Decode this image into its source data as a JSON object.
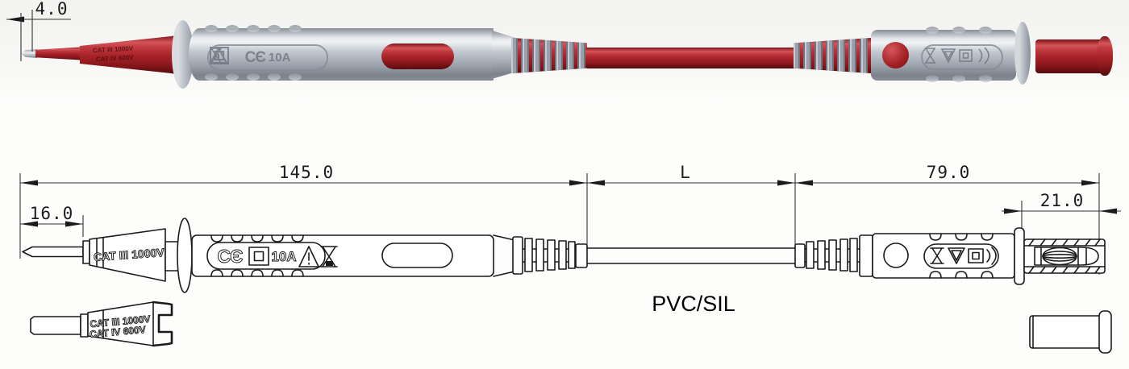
{
  "figure": {
    "top_view": {
      "cap_marking_line1": "CAT III 1000V",
      "cap_marking_line2": "CAT IV 600V",
      "body_markings": {
        "ce": "CЄ",
        "current": "10A"
      }
    },
    "dimension_view": {
      "dims": {
        "tip_exposed": "4.0",
        "probe": "145.0",
        "cable": "L",
        "connector": "79.0",
        "plug": "21.0",
        "tip": "16.0"
      },
      "probe_tip_marking": "CAT III 1000V",
      "body_markings": {
        "ce": "CЄ",
        "current": "10A"
      },
      "cap_marking_line1": "CAT III 1000V",
      "cap_marking_line2": "CAT IV 600V",
      "cable_material": "PVC/SIL"
    },
    "colors": {
      "red": "#a82227",
      "gray": "#b7bdc5",
      "line": "#1a1a1a"
    }
  }
}
